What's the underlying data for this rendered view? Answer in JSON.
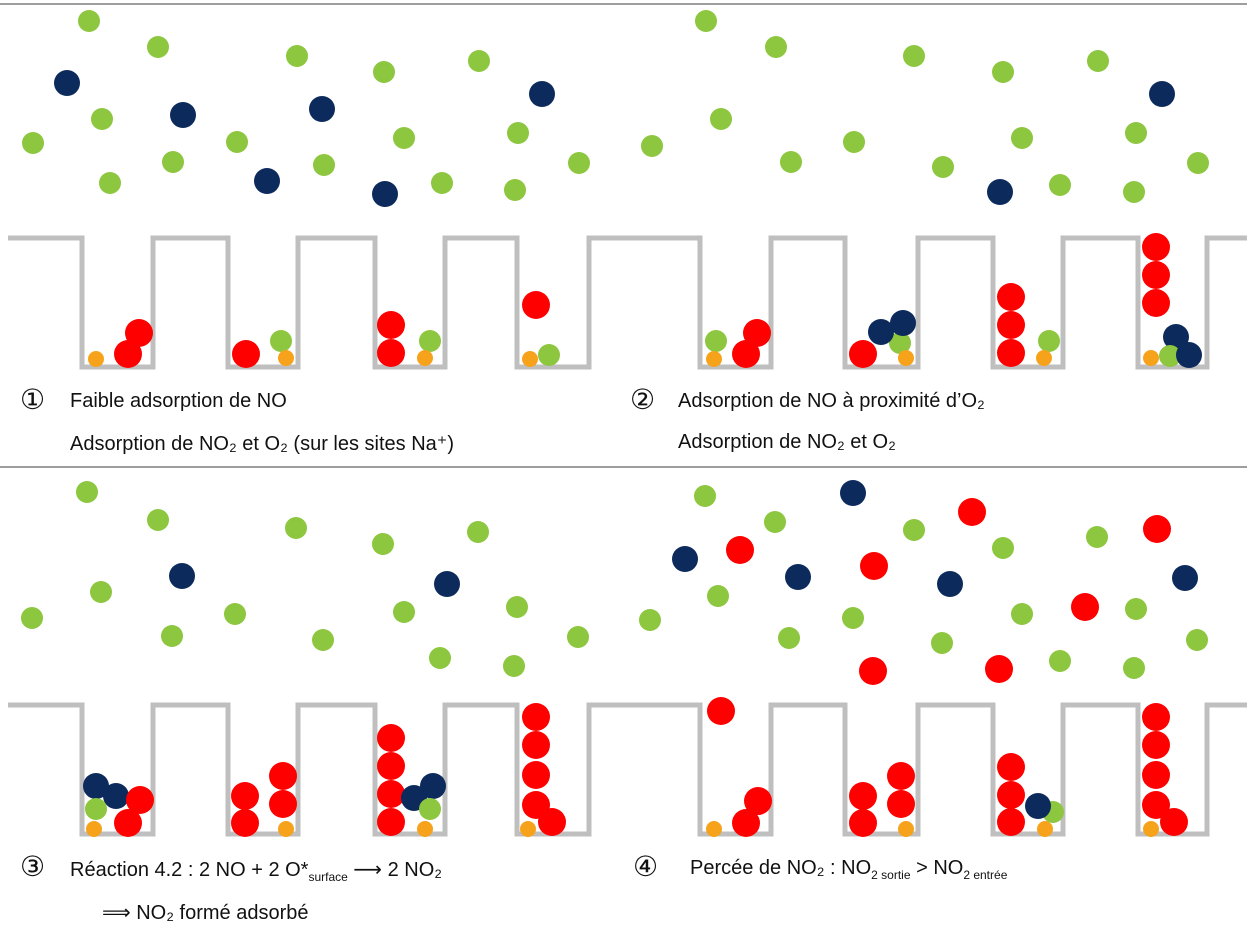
{
  "panels": [
    {
      "number": "①",
      "line1": "Faible adsorption de NO",
      "line2": "Adsorption de NO₂ et O₂ (sur les sites Na⁺)"
    },
    {
      "number": "②",
      "line1": "Adsorption de NO à proximité d’O₂",
      "line2": "Adsorption de NO₂ et O₂"
    },
    {
      "number": "③",
      "line1_prefix": "Réaction 4.2 : 2 NO + 2 O*",
      "line1_sub": "surface",
      "line1_suffix": " ⟶ 2 NO₂",
      "line2": "⟹ NO₂ formé adsorbé"
    },
    {
      "number": "④",
      "line1_prefix": "Percée de NO₂ : NO",
      "line1_sub1": "2 sortie",
      "line1_mid": " > NO",
      "line1_sub2": "2 entrée"
    }
  ],
  "colors": {
    "green_molecule": "#8dc63f",
    "navy_molecule": "#0d2a5c",
    "red_molecule": "#ff0000",
    "orange_site": "#f7a21b",
    "pore_wall": "#bfbfbf",
    "divider": "#7f7f7f"
  }
}
